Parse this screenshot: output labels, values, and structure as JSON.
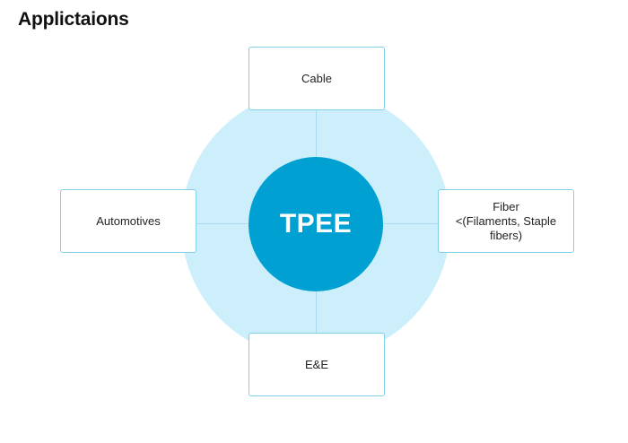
{
  "title": "Applictaions",
  "center": {
    "label": "TPEE"
  },
  "nodes": {
    "top": {
      "lines": [
        "Cable"
      ]
    },
    "bottom": {
      "lines": [
        "E&E"
      ]
    },
    "left": {
      "lines": [
        "Automotives"
      ]
    },
    "right": {
      "lines": [
        "Fiber",
        "<(Filaments, Staple fibers)"
      ]
    }
  },
  "colors": {
    "outer_circle": "#cdeffb",
    "inner_circle": "#00a0d2",
    "box_border": "#7fcfe6",
    "connector": "#a9dcef"
  }
}
